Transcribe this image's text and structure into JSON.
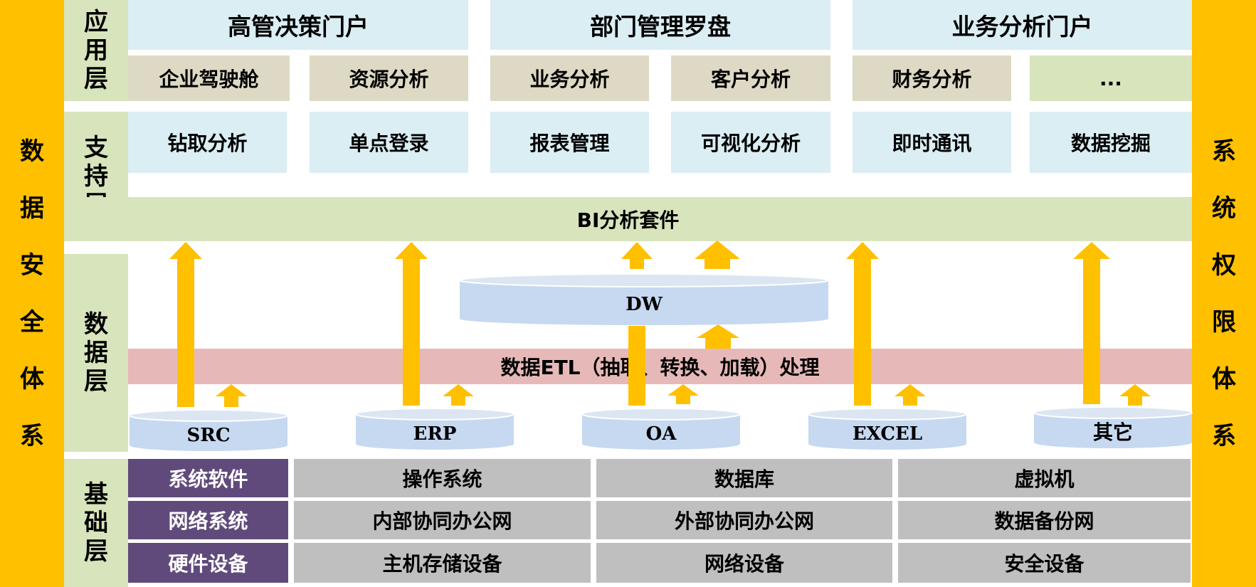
{
  "left_side": {
    "label": [
      "数",
      "据",
      "安",
      "全",
      "体",
      "系"
    ]
  },
  "right_side": {
    "label": [
      "系",
      "统",
      "权",
      "限",
      "体",
      "系"
    ]
  },
  "layers": {
    "app": [
      "应",
      "用",
      "层"
    ],
    "support": [
      "支",
      "持",
      "层"
    ],
    "data": [
      "数",
      "据",
      "层"
    ],
    "base": [
      "基",
      "础",
      "层"
    ]
  },
  "portals": [
    "高管决策门户",
    "部门管理罗盘",
    "业务分析门户"
  ],
  "app_items": [
    "企业驾驶舱",
    "资源分析",
    "业务分析",
    "客户分析",
    "财务分析",
    "..."
  ],
  "support_items": [
    "钻取分析",
    "单点登录",
    "报表管理",
    "可视化分析",
    "即时通讯",
    "数据挖掘"
  ],
  "bi_suite": "BI分析套件",
  "dw": "DW",
  "etl": "数据ETL（抽取、转换、加载）处理",
  "sources": [
    "SRC",
    "ERP",
    "OA",
    "EXCEL",
    "其它"
  ],
  "base_rows": [
    [
      "系统软件",
      "操作系统",
      "数据库",
      "虚拟机"
    ],
    [
      "网络系统",
      "内部协同办公网",
      "外部协同办公网",
      "数据备份网"
    ],
    [
      "硬件设备",
      "主机存储设备",
      "网络设备",
      "安全设备"
    ]
  ],
  "colors": {
    "side": "#FFC000",
    "layer": "#D8E4BC",
    "portal": "#DAEEF3",
    "tan": "#DDD9C4",
    "etl": "#E6B9B8",
    "purple": "#604A7B",
    "gray": "#BFBFBF",
    "cylinder": "#C6D9F1",
    "arrow": "#FFC000"
  }
}
